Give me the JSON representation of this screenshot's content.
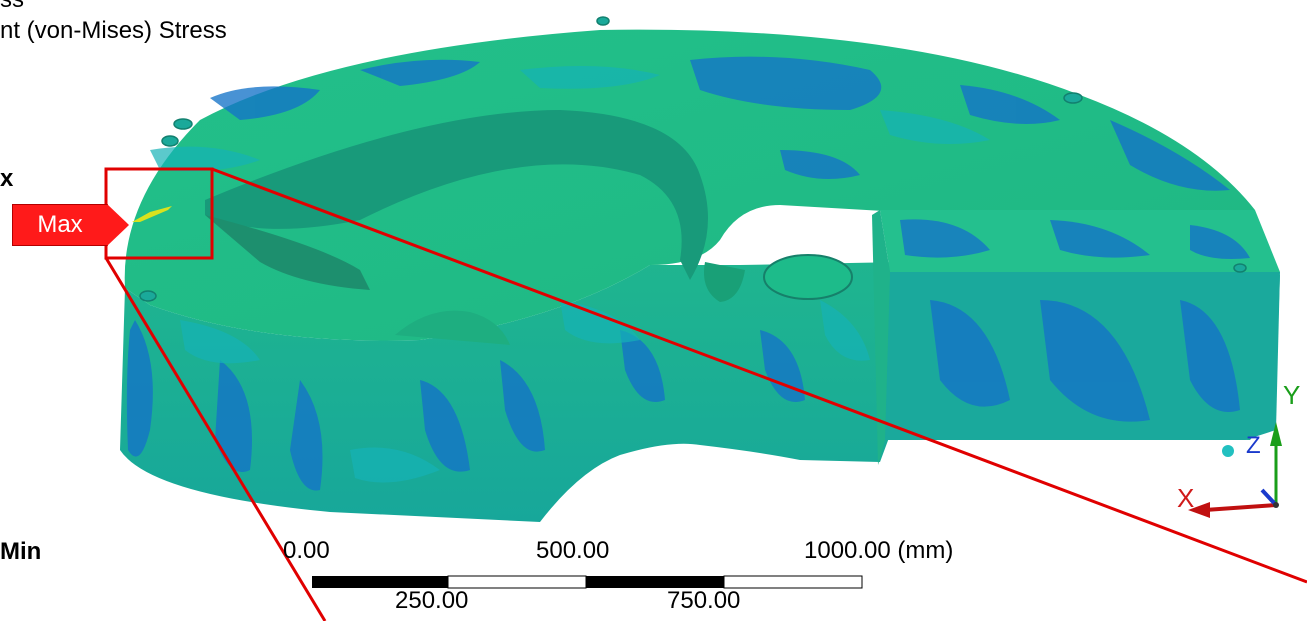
{
  "header": {
    "line_1": "ss",
    "line_2": "nt (von-Mises) Stress"
  },
  "probes": {
    "max_side_label": "x",
    "max_tag_label": "Max",
    "min_side_label": "Min"
  },
  "scale_bar": {
    "label_0": "0.00",
    "label_250": "250.00",
    "label_500": "500.00",
    "label_750": "750.00",
    "label_1000": "1000.00 (mm)"
  },
  "triad": {
    "x_label": "X",
    "y_label": "Y",
    "z_label": "Z"
  },
  "colors": {
    "contour_green": "#1fbf7a",
    "contour_teal": "#16b2b7",
    "contour_blue": "#1473c8",
    "zoom_box": "#e00000"
  }
}
